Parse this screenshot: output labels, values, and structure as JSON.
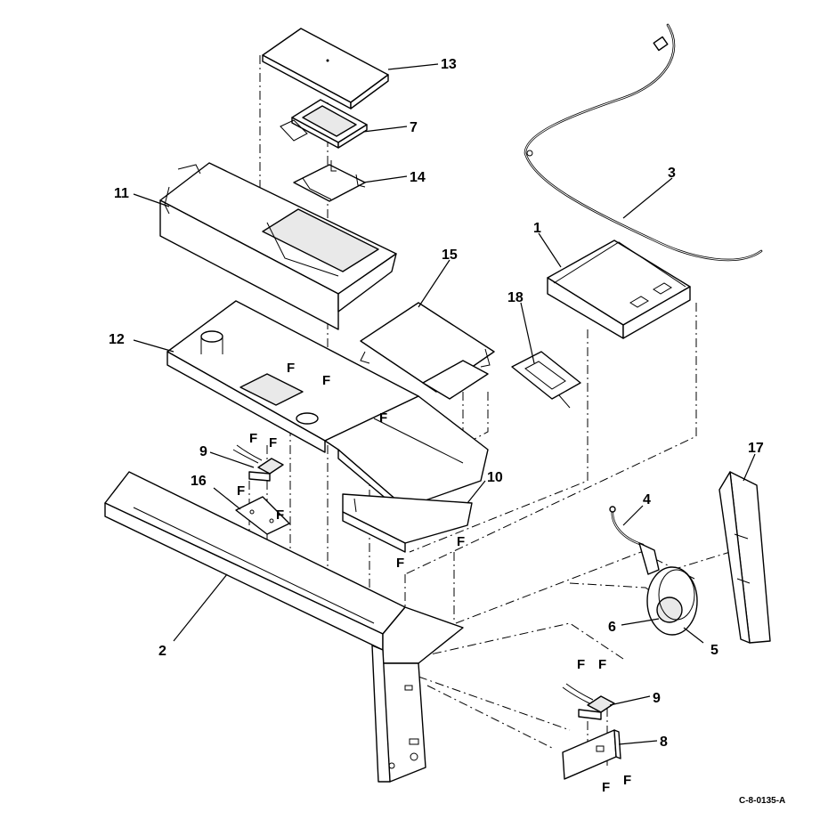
{
  "figure_id": "C-8-0135-A",
  "callouts": [
    {
      "id": "c13",
      "label": "13"
    },
    {
      "id": "c7",
      "label": "7"
    },
    {
      "id": "c14",
      "label": "14"
    },
    {
      "id": "c11",
      "label": "11"
    },
    {
      "id": "c3",
      "label": "3"
    },
    {
      "id": "c1",
      "label": "1"
    },
    {
      "id": "c15",
      "label": "15"
    },
    {
      "id": "c18",
      "label": "18"
    },
    {
      "id": "c12",
      "label": "12"
    },
    {
      "id": "c9a",
      "label": "9"
    },
    {
      "id": "c16",
      "label": "16"
    },
    {
      "id": "c10",
      "label": "10"
    },
    {
      "id": "c17",
      "label": "17"
    },
    {
      "id": "c4",
      "label": "4"
    },
    {
      "id": "c6",
      "label": "6"
    },
    {
      "id": "c5",
      "label": "5"
    },
    {
      "id": "c2",
      "label": "2"
    },
    {
      "id": "c9b",
      "label": "9"
    },
    {
      "id": "c8",
      "label": "8"
    }
  ],
  "fastener_flags": [
    {
      "id": "f1",
      "label": "F"
    },
    {
      "id": "f2",
      "label": "F"
    },
    {
      "id": "f3",
      "label": "F"
    },
    {
      "id": "f4",
      "label": "F"
    },
    {
      "id": "f5",
      "label": "F"
    },
    {
      "id": "f6",
      "label": "F"
    },
    {
      "id": "f7",
      "label": "F"
    },
    {
      "id": "f8",
      "label": "F"
    },
    {
      "id": "f9",
      "label": "F"
    },
    {
      "id": "f10",
      "label": "F"
    },
    {
      "id": "f11",
      "label": "F"
    },
    {
      "id": "f12",
      "label": "F"
    },
    {
      "id": "f13",
      "label": "F"
    },
    {
      "id": "f14",
      "label": "F"
    }
  ]
}
